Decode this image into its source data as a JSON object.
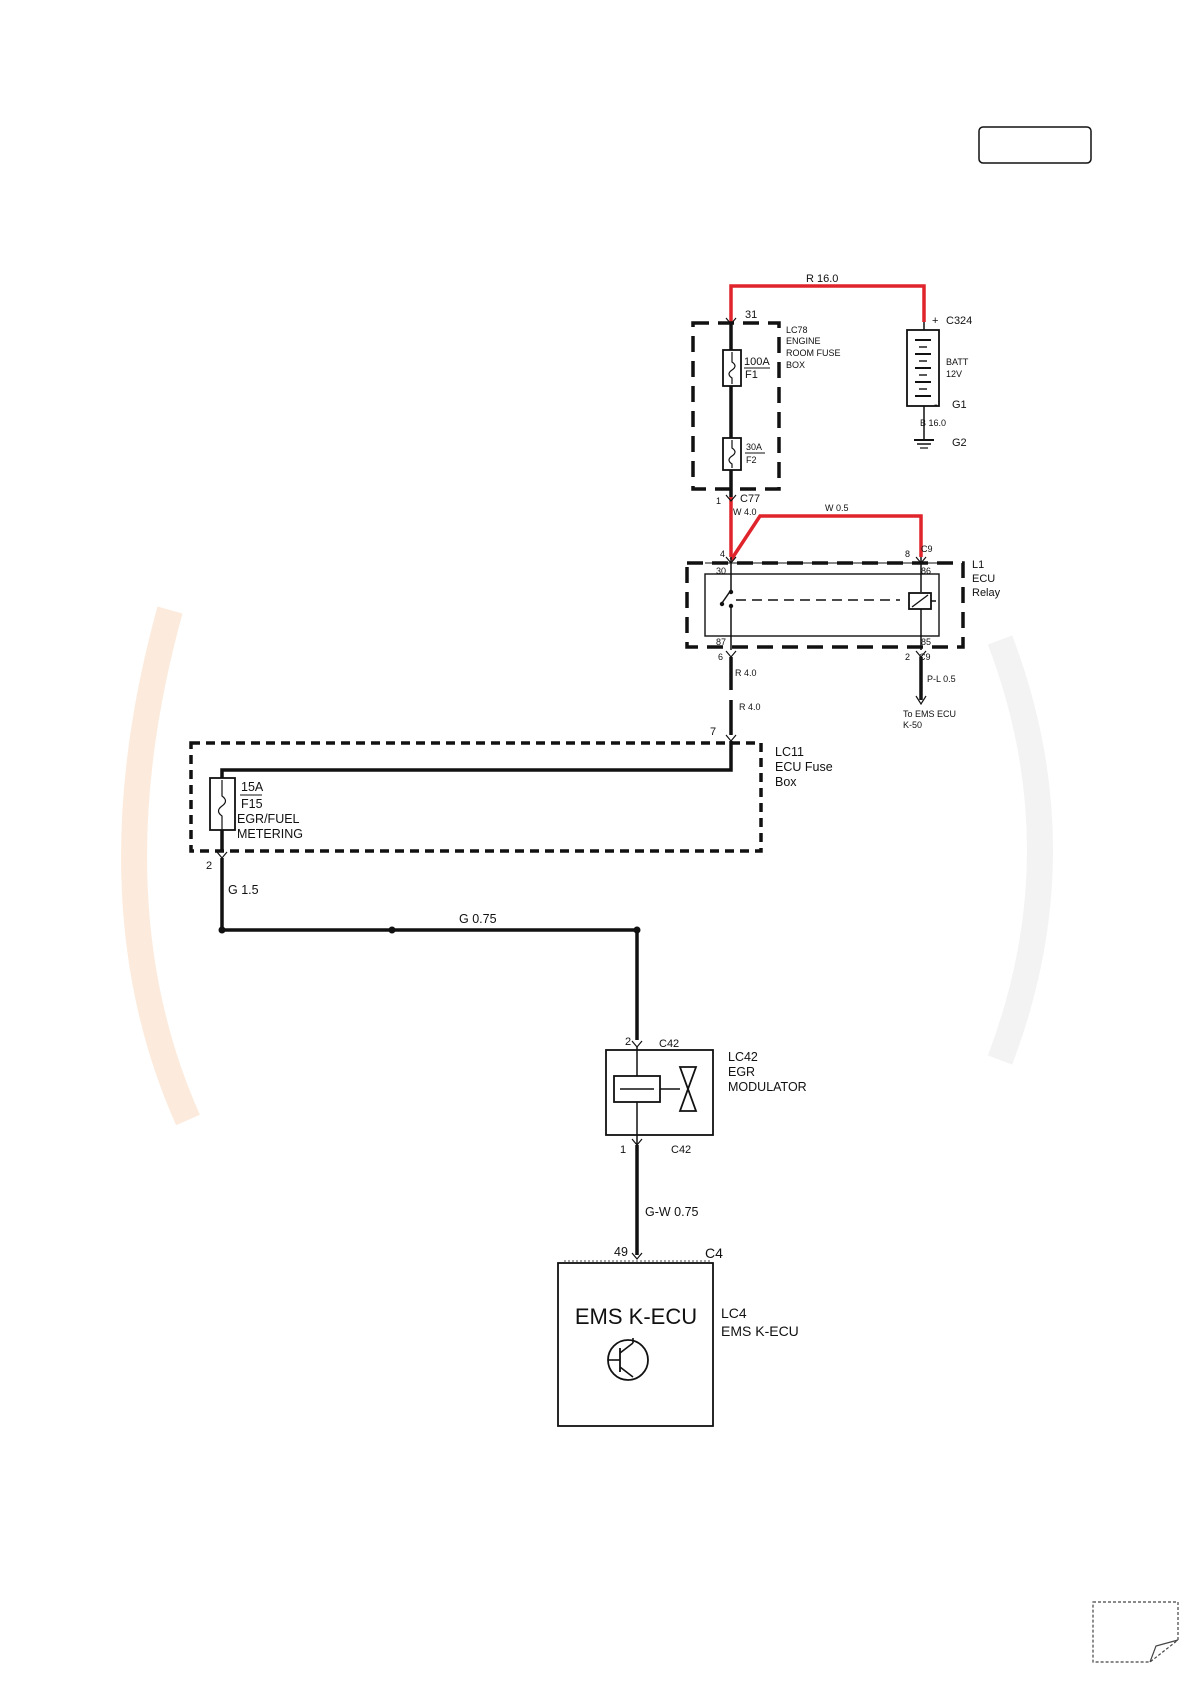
{
  "header": {
    "page_box_label": ""
  },
  "watermark": {
    "color": "#f6c79a",
    "text": ""
  },
  "colors": {
    "red_wire": "#e0242b",
    "black_wire": "#111111"
  },
  "wires": {
    "r16_top": "R 16.0",
    "w4": "W 4.0",
    "w05": "W 0.5",
    "r4_a": "R 4.0",
    "r4_b": "R 4.0",
    "pl05": "P-L 0.5",
    "b16": "B 16.0",
    "g15": "G 1.5",
    "g075": "G 0.75",
    "gw075": "G-W 0.75"
  },
  "fuse_box_engine": {
    "id": "LC78",
    "name_lines": [
      "ENGINE",
      "ROOM FUSE",
      "BOX"
    ],
    "pin_in": "31",
    "pin_out": "1",
    "connector": "C77",
    "fuse1_rating": "100A",
    "fuse1_id": "F1",
    "fuse2_rating": "30A",
    "fuse2_id": "F2"
  },
  "battery": {
    "connector": "C324",
    "plus": "+",
    "minus": "-",
    "name_lines": [
      "BATT",
      "12V"
    ],
    "ground1": "G1",
    "ground2": "G2"
  },
  "ecu_relay": {
    "id": "L1",
    "name_lines": [
      "ECU",
      "Relay"
    ],
    "pin_4": "4",
    "pin_8": "8",
    "connector_top": "C9",
    "pin_30": "30",
    "pin_86": "86",
    "pin_87": "87",
    "pin_85": "85",
    "pin_6": "6",
    "pin_2": "2",
    "connector_bottom": "C9",
    "to_text_lines": [
      "To EMS ECU",
      "K-50"
    ]
  },
  "ecu_fuse_box": {
    "id": "LC11",
    "name_lines": [
      "ECU Fuse",
      "Box"
    ],
    "pin_in": "7",
    "pin_out": "2",
    "fuse_rating": "15A",
    "fuse_id": "F15",
    "fuse_name_lines": [
      "EGR/FUEL",
      "METERING"
    ]
  },
  "egr_modulator": {
    "id": "LC42",
    "name_lines": [
      "EGR",
      "MODULATOR"
    ],
    "pin_top": "2",
    "connector_top": "C42",
    "pin_bottom": "1",
    "connector_bottom": "C42"
  },
  "ems_ecu": {
    "pin": "49",
    "connector": "C4",
    "box_title": "EMS K-ECU",
    "id": "LC4",
    "name": "EMS K-ECU"
  }
}
